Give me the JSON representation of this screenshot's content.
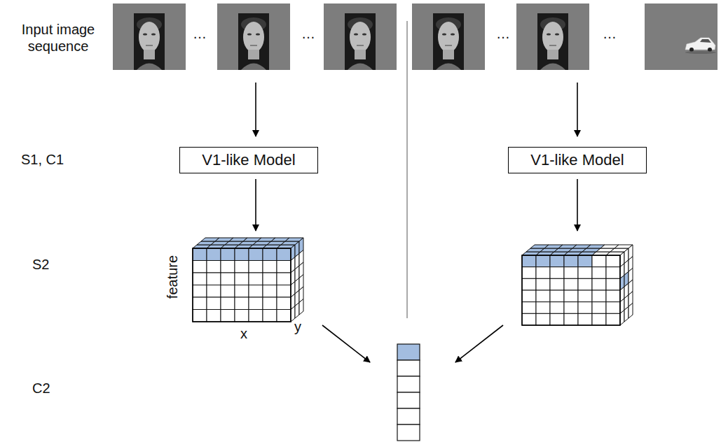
{
  "diagram": {
    "nodes": [
      {
        "text": [
          "V1-like Model"
        ]
      },
      {
        "text": [
          "V1-like Model"
        ]
      }
    ],
    "labels": [
      "Input image sequence",
      "…",
      "…",
      "…",
      "…",
      "S1, C1",
      "S2",
      "C2",
      "feature",
      "x",
      "y"
    ]
  }
}
